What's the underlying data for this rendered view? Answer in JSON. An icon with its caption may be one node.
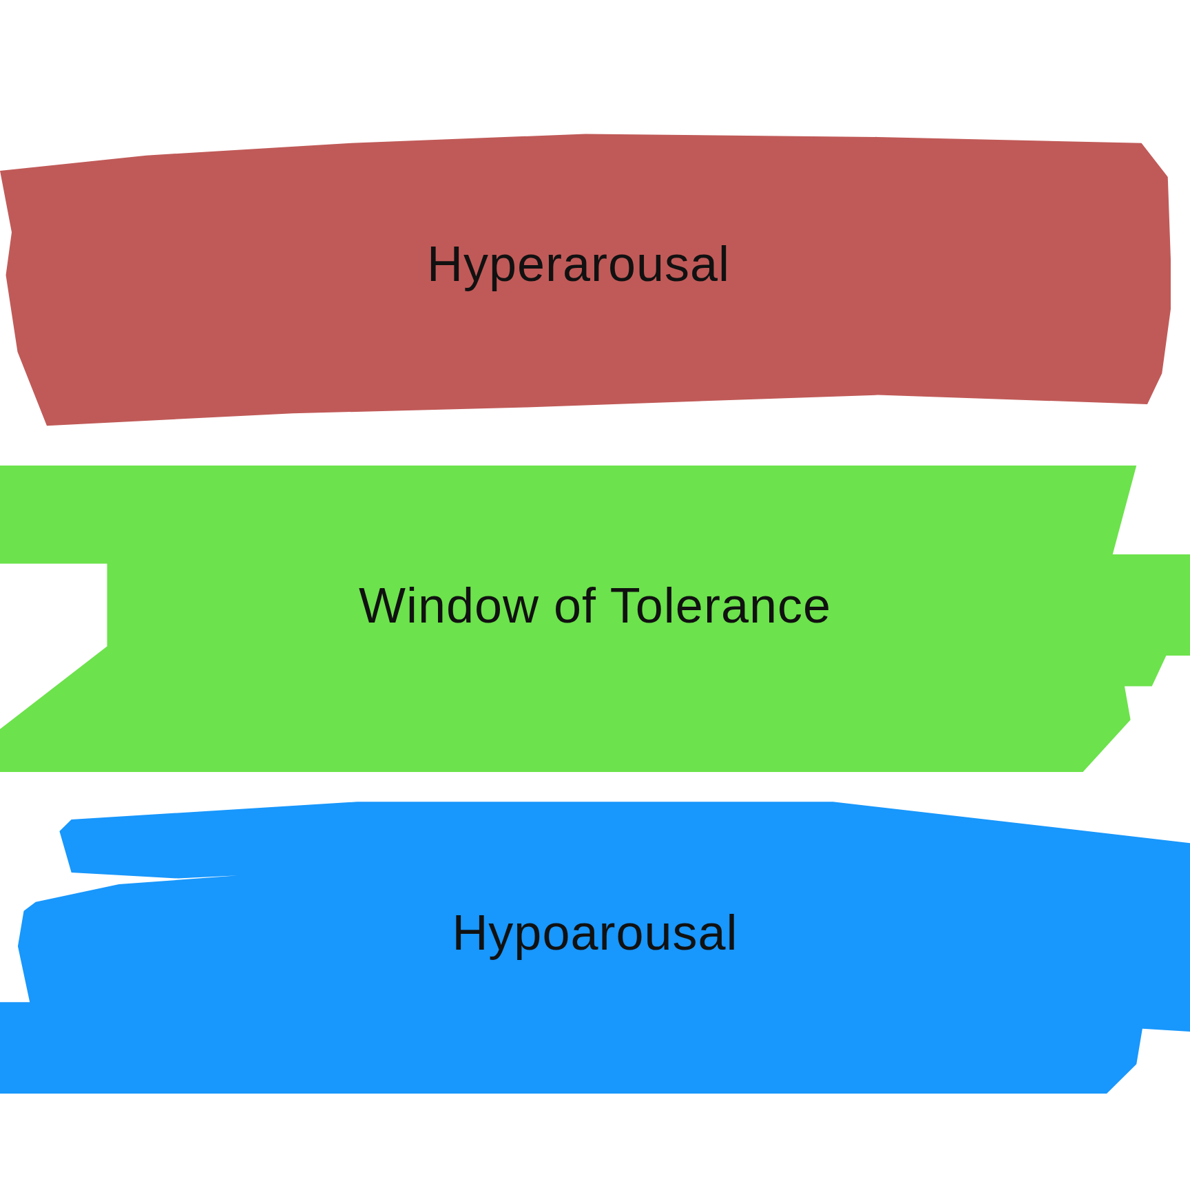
{
  "diagram": {
    "nodes": [
      {
        "text": [
          "Hyperarousal"
        ]
      },
      {
        "text": [
          "Window of Tolerance"
        ]
      },
      {
        "text": [
          "Hypoarousal"
        ]
      }
    ]
  }
}
